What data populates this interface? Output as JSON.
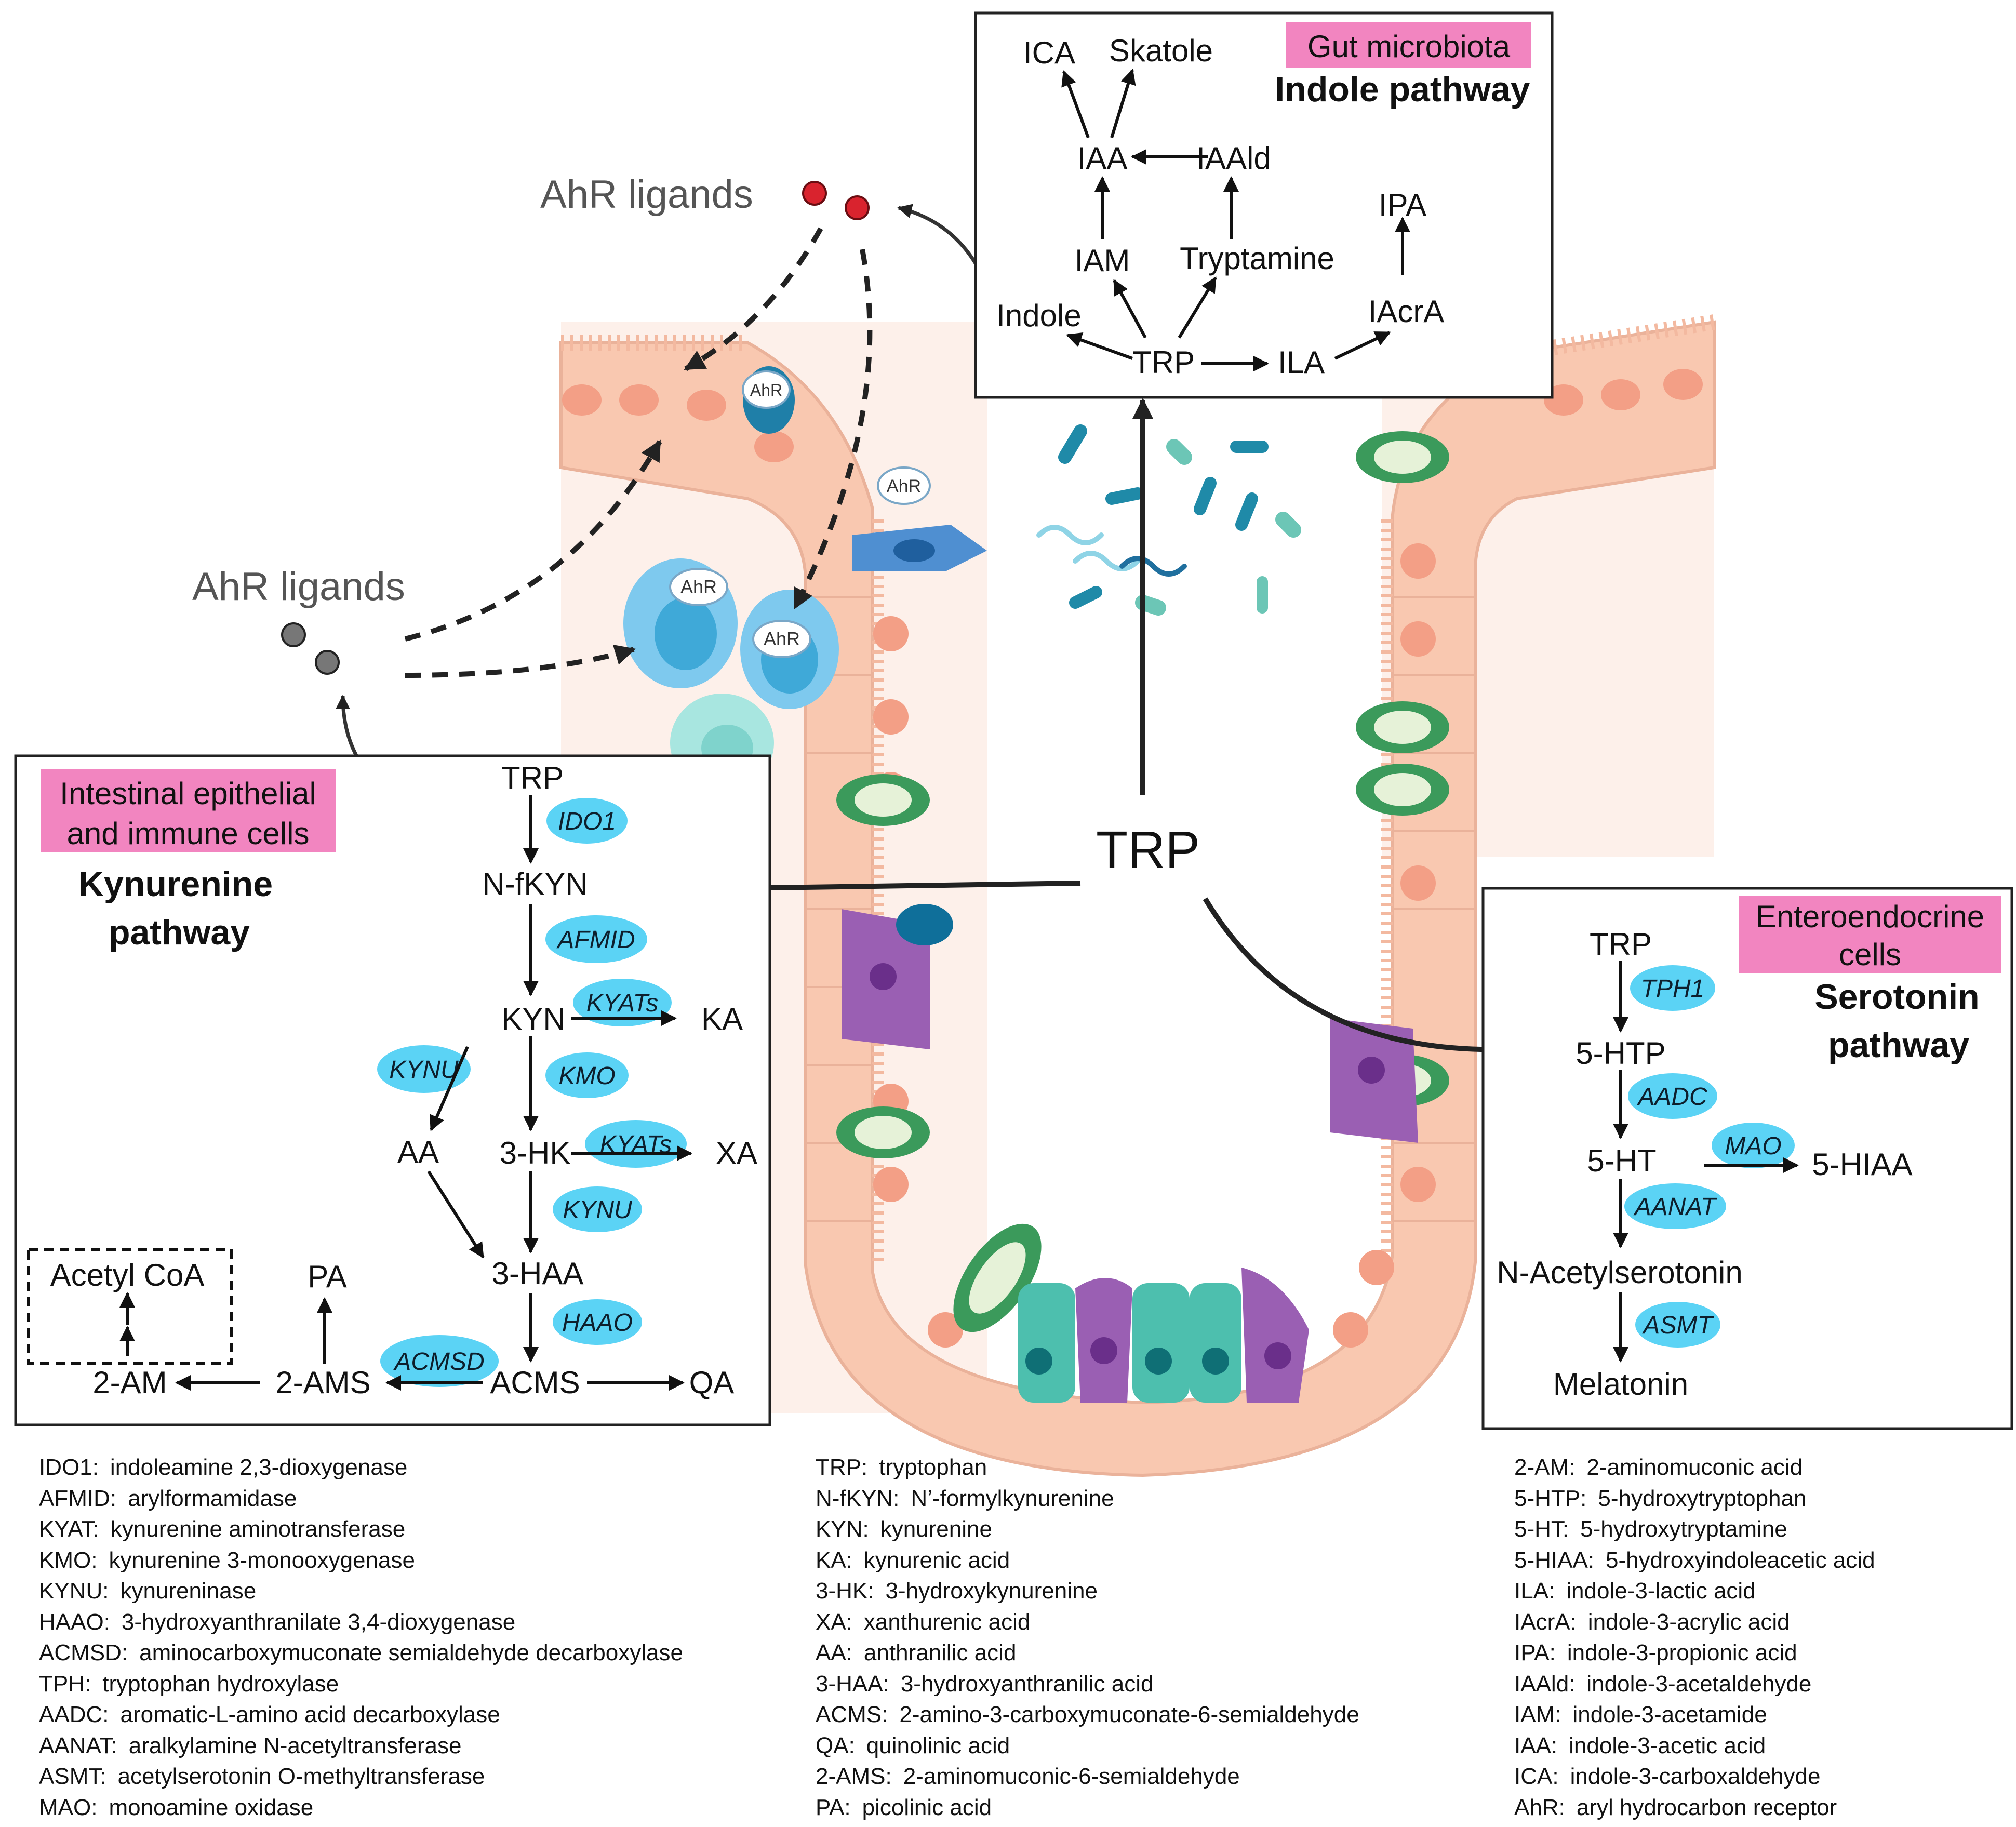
{
  "main_trp": "TRP",
  "ahr_ligands": [
    "AhR ligands",
    "AhR ligands"
  ],
  "ahr_receptor": "AhR",
  "indole_panel": {
    "tag": "Gut microbiota",
    "title": "Indole pathway",
    "nodes": {
      "ica": "ICA",
      "skatole": "Skatole",
      "iaa": "IAA",
      "iaald": "IAAld",
      "ipa": "IPA",
      "iam": "IAM",
      "tryptamine": "Tryptamine",
      "indole": "Indole",
      "iacra": "IAcrA",
      "trp": "TRP",
      "ila": "ILA"
    }
  },
  "kynurenine_panel": {
    "tag_lines": [
      "Intestinal epithelial",
      "and immune cells"
    ],
    "title_lines": [
      "Kynurenine",
      "pathway"
    ],
    "nodes": {
      "trp": "TRP",
      "nfkyn": "N-fKYN",
      "kyn": "KYN",
      "ka": "KA",
      "aa": "AA",
      "hk": "3-HK",
      "xa": "XA",
      "haa": "3-HAA",
      "acms": "ACMS",
      "qa": "QA",
      "ams": "2-AMS",
      "am": "2-AM",
      "pa": "PA",
      "acetylcoa": "Acetyl CoA"
    },
    "enzymes": {
      "ido1": "IDO1",
      "afmid": "AFMID",
      "kyats1": "KYATs",
      "kynu1": "KYNU",
      "kmo": "KMO",
      "kyats2": "KYATs",
      "kynu2": "KYNU",
      "haao": "HAAO",
      "acmsd": "ACMSD"
    }
  },
  "serotonin_panel": {
    "tag_lines": [
      "Enteroendocrine",
      "cells"
    ],
    "title_lines": [
      "Serotonin",
      "pathway"
    ],
    "nodes": {
      "trp": "TRP",
      "htp": "5-HTP",
      "ht": "5-HT",
      "hiaa": "5-HIAA",
      "nacetyl": "N-Acetylserotonin",
      "melatonin": "Melatonin"
    },
    "enzymes": {
      "tph1": "TPH1",
      "aadc": "AADC",
      "mao": "MAO",
      "aanat": "AANAT",
      "asmt": "ASMT"
    }
  },
  "colors": {
    "enzyme": "#5bd3f5",
    "tag": "#f285c0",
    "epithelium": "#f9c8b0",
    "lumen": "#fdf0ea",
    "nucleus": "#f39f86",
    "goblet": "#3b9a5b",
    "paneth": "#4dbfae",
    "tuft": "#9a5fb3",
    "red_ligand": "#d9232e",
    "grey_ligand": "#555555"
  },
  "legend_columns": [
    [
      [
        "IDO1:",
        "indoleamine 2,3-dioxygenase"
      ],
      [
        "AFMID:",
        "arylformamidase"
      ],
      [
        "KYAT:",
        "kynurenine aminotransferase"
      ],
      [
        "KMO:",
        "kynurenine 3-monooxygenase"
      ],
      [
        "KYNU:",
        "kynureninase"
      ],
      [
        "HAAO:",
        "3-hydroxyanthranilate 3,4-dioxygenase"
      ],
      [
        "ACMSD:",
        "aminocarboxymuconate semialdehyde decarboxylase"
      ],
      [
        "TPH:",
        "tryptophan hydroxylase"
      ],
      [
        "AADC:",
        "aromatic-L-amino acid decarboxylase"
      ],
      [
        "AANAT:",
        "aralkylamine N-acetyltransferase"
      ],
      [
        "ASMT:",
        "acetylserotonin O-methyltransferase"
      ],
      [
        "MAO:",
        "monoamine oxidase"
      ]
    ],
    [
      [
        "TRP:",
        "tryptophan"
      ],
      [
        "N-fKYN:",
        "N’-formylkynurenine"
      ],
      [
        "KYN:",
        "kynurenine"
      ],
      [
        "KA:",
        "kynurenic acid"
      ],
      [
        "3-HK:",
        "3-hydroxykynurenine"
      ],
      [
        "XA:",
        "xanthurenic acid"
      ],
      [
        "AA:",
        "anthranilic acid"
      ],
      [
        "3-HAA:",
        "3-hydroxyanthranilic acid"
      ],
      [
        "ACMS:",
        "2-amino-3-carboxymuconate-6-semialdehyde"
      ],
      [
        "QA:",
        "quinolinic acid"
      ],
      [
        "2-AMS:",
        "2-aminomuconic-6-semialdehyde"
      ],
      [
        "PA:",
        "picolinic acid"
      ]
    ],
    [
      [
        "2-AM:",
        "2-aminomuconic acid"
      ],
      [
        "5-HTP:",
        "5-hydroxytryptophan"
      ],
      [
        "5-HT:",
        "5-hydroxytryptamine"
      ],
      [
        "5-HIAA:",
        "5-hydroxyindoleacetic acid"
      ],
      [
        "ILA:",
        "indole-3-lactic acid"
      ],
      [
        "IAcrA:",
        "indole-3-acrylic acid"
      ],
      [
        "IPA:",
        "indole-3-propionic acid"
      ],
      [
        "IAAld:",
        "indole-3-acetaldehyde"
      ],
      [
        "IAM:",
        "indole-3-acetamide"
      ],
      [
        "IAA:",
        "indole-3-acetic acid"
      ],
      [
        "ICA:",
        "indole-3-carboxaldehyde"
      ],
      [
        "AhR:",
        "aryl hydrocarbon receptor"
      ]
    ]
  ]
}
